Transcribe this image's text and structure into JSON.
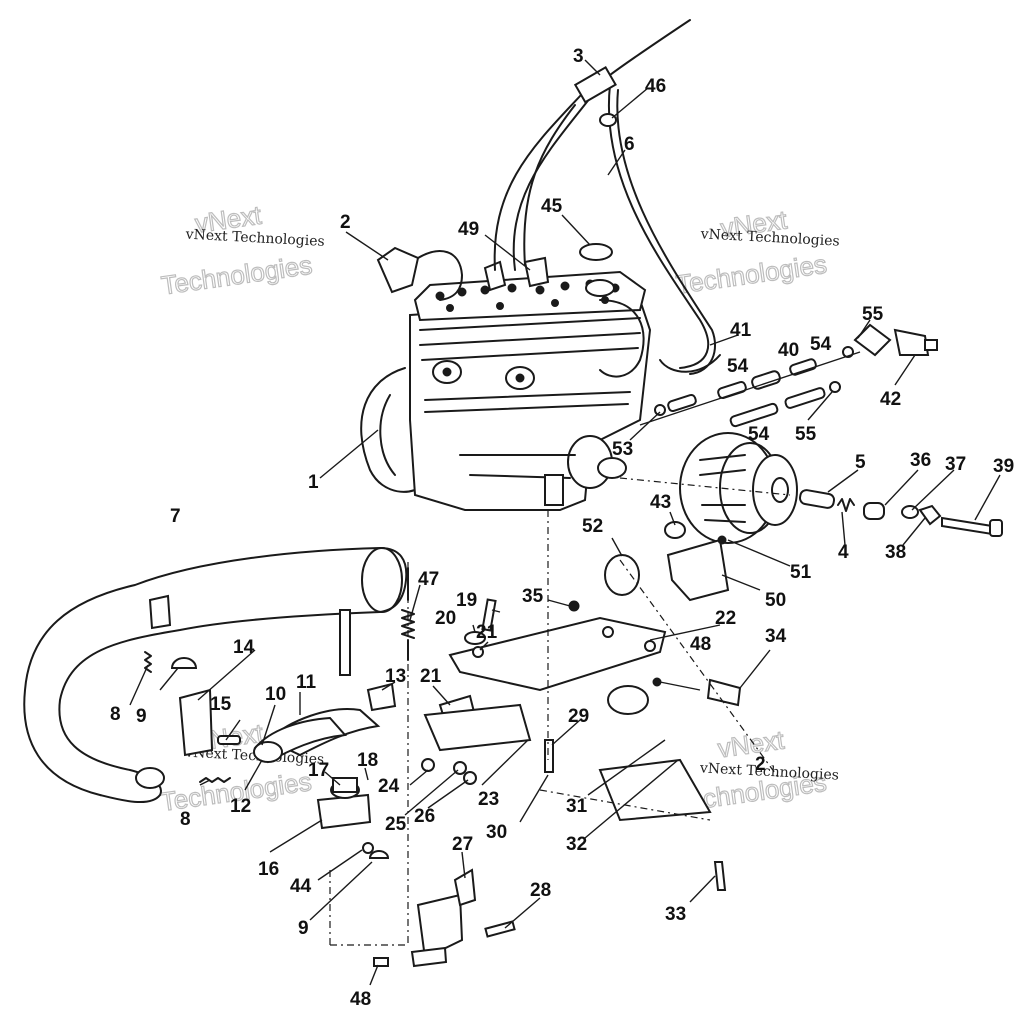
{
  "watermark": {
    "line1": "vNext Technologies",
    "line2": "vNext",
    "line3": "Technologies"
  },
  "callouts": {
    "c1": "1",
    "c2": "2",
    "c3": "3",
    "c4": "4",
    "c5": "5",
    "c6": "6",
    "c7": "7",
    "c8a": "8",
    "c8b": "8",
    "c9a": "9",
    "c9b": "9",
    "c10": "10",
    "c11": "11",
    "c12": "12",
    "c13": "13",
    "c14": "14",
    "c15": "15",
    "c16": "16",
    "c17": "17",
    "c18": "18",
    "c19": "19",
    "c20": "20",
    "c21a": "21",
    "c21b": "21",
    "c22": "22",
    "c23": "23",
    "c24": "24",
    "c25": "25",
    "c26": "26",
    "c27": "27",
    "c28": "28",
    "c29": "29",
    "c30": "30",
    "c31": "31",
    "c32": "32",
    "c33": "33",
    "c34": "34",
    "c35": "35",
    "c36": "36",
    "c37": "37",
    "c38": "38",
    "c39": "39",
    "c40": "40",
    "c41": "41",
    "c42": "42",
    "c43": "43",
    "c44": "44",
    "c45": "45",
    "c46": "46",
    "c47": "47",
    "c48a": "48",
    "c48b": "48",
    "c49": "49",
    "c50": "50",
    "c51": "51",
    "c52": "52",
    "c53": "53",
    "c54a": "54",
    "c54b": "54",
    "c54c": "54",
    "c55a": "55",
    "c55b": "55",
    "c_partial": "2"
  }
}
